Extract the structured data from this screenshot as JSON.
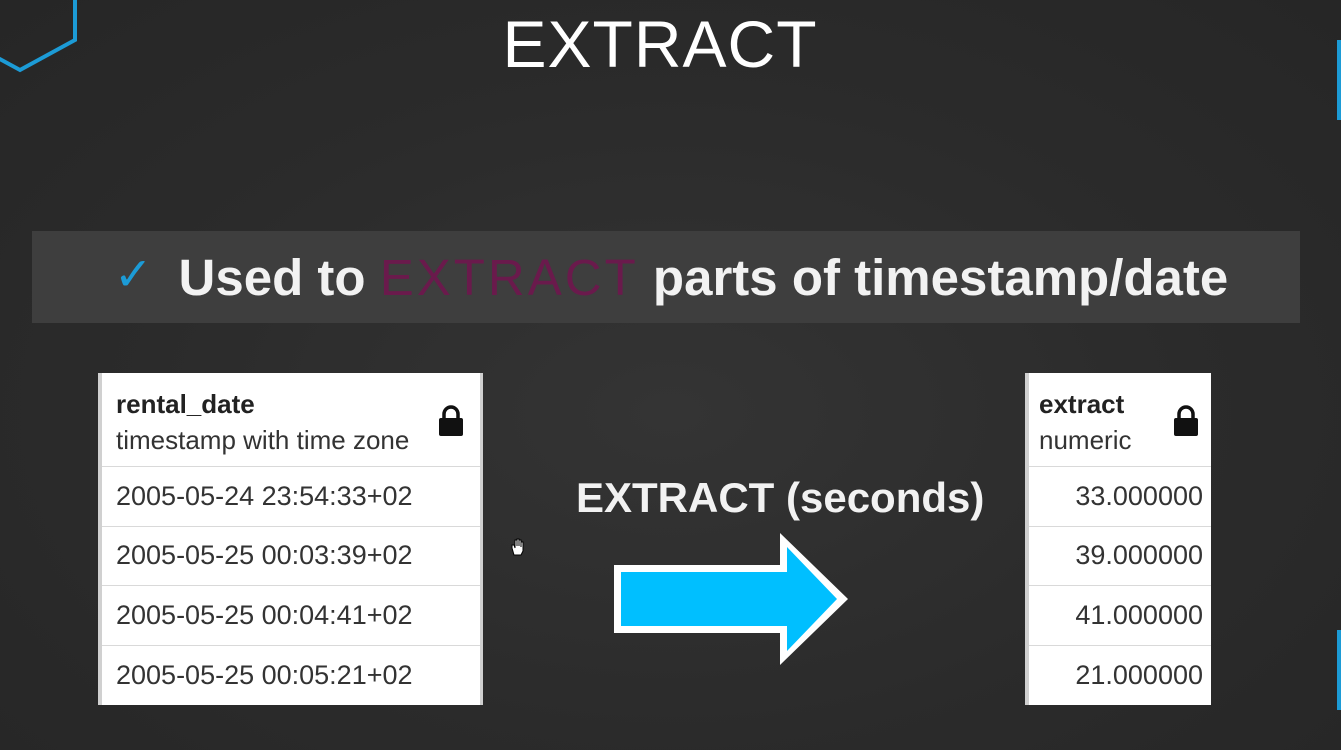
{
  "slide": {
    "title": "EXTRACT",
    "banner": {
      "icon": "checkmark-icon",
      "text_before": "Used to ",
      "keyword": "EXTRACT",
      "text_after": " parts of timestamp/date",
      "keyword_color": "#6a1a4c",
      "check_color": "#1c9bd6"
    }
  },
  "source_table": {
    "column_name": "rental_date",
    "column_type": "timestamp with time zone",
    "lock_icon": "lock-icon",
    "rows": [
      "2005-05-24 23:54:33+02",
      "2005-05-25 00:03:39+02",
      "2005-05-25 00:04:41+02",
      "2005-05-25 00:05:21+02"
    ]
  },
  "operation": {
    "label": "EXTRACT (seconds)",
    "arrow_icon": "right-arrow-icon",
    "arrow_color": "#00bfff"
  },
  "result_table": {
    "column_name": "extract",
    "column_type": "numeric",
    "lock_icon": "lock-icon",
    "rows": [
      "33.000000",
      "39.000000",
      "41.000000",
      "21.000000"
    ]
  },
  "theme": {
    "background": "#2b2b2b",
    "accent": "#1c9bd6"
  }
}
